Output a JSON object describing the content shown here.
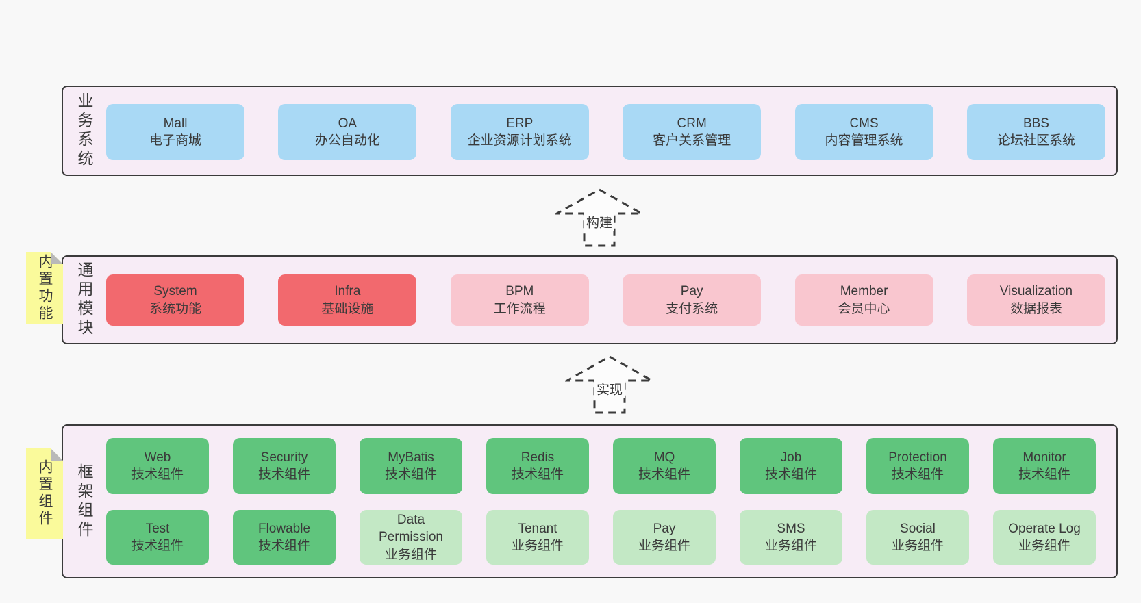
{
  "diagram": {
    "background": "#f8f8f8",
    "colors": {
      "layer_bg": "#f7ecf6",
      "border": "#3b3b3b",
      "text": "#3a3a3a",
      "blue": "#a9d9f5",
      "red": "#f2696e",
      "pink": "#f9c6cf",
      "green": "#60c57d",
      "light_green": "#c3e8c5",
      "sticky_yellow": "#fafa9b",
      "fold_gray": "#b9b9b9"
    }
  },
  "sections": {
    "business": {
      "side_label": "业务系统",
      "boxes": [
        {
          "title": "Mall",
          "subtitle": "电子商城"
        },
        {
          "title": "OA",
          "subtitle": "办公自动化"
        },
        {
          "title": "ERP",
          "subtitle": "企业资源计划系统"
        },
        {
          "title": "CRM",
          "subtitle": "客户关系管理"
        },
        {
          "title": "CMS",
          "subtitle": "内容管理系统"
        },
        {
          "title": "BBS",
          "subtitle": "论坛社区系统"
        }
      ]
    },
    "modules": {
      "side_label": "通用模块",
      "sticky_label": "内置功能",
      "boxes": [
        {
          "title": "System",
          "subtitle": "系统功能"
        },
        {
          "title": "Infra",
          "subtitle": "基础设施"
        },
        {
          "title": "BPM",
          "subtitle": "工作流程"
        },
        {
          "title": "Pay",
          "subtitle": "支付系统"
        },
        {
          "title": "Member",
          "subtitle": "会员中心"
        },
        {
          "title": "Visualization",
          "subtitle": "数据报表"
        }
      ]
    },
    "components": {
      "side_label": "框架组件",
      "sticky_label": "内置组件",
      "row1": [
        {
          "title": "Web",
          "subtitle": "技术组件"
        },
        {
          "title": "Security",
          "subtitle": "技术组件"
        },
        {
          "title": "MyBatis",
          "subtitle": "技术组件"
        },
        {
          "title": "Redis",
          "subtitle": "技术组件"
        },
        {
          "title": "MQ",
          "subtitle": "技术组件"
        },
        {
          "title": "Job",
          "subtitle": "技术组件"
        },
        {
          "title": "Protection",
          "subtitle": "技术组件"
        },
        {
          "title": "Monitor",
          "subtitle": "技术组件"
        }
      ],
      "row2": [
        {
          "title": "Test",
          "subtitle": "技术组件"
        },
        {
          "title": "Flowable",
          "subtitle": "技术组件"
        },
        {
          "title": "Data Permission",
          "subtitle": "业务组件"
        },
        {
          "title": "Tenant",
          "subtitle": "业务组件"
        },
        {
          "title": "Pay",
          "subtitle": "业务组件"
        },
        {
          "title": "SMS",
          "subtitle": "业务组件"
        },
        {
          "title": "Social",
          "subtitle": "业务组件"
        },
        {
          "title": "Operate Log",
          "subtitle": "业务组件"
        }
      ]
    }
  },
  "arrows": {
    "build": "构建",
    "implement": "实现"
  }
}
